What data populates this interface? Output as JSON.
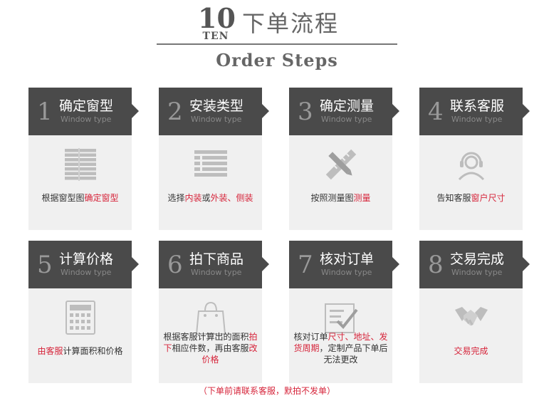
{
  "header": {
    "number": "10",
    "number_sub": "TEN",
    "title_cn": "下单流程",
    "title_en": "Order Steps"
  },
  "steps": [
    {
      "num": "1",
      "title": "确定窗型",
      "subtitle": "Window type",
      "icon": "blinds-icon",
      "desc": [
        {
          "t": "根据窗型图"
        },
        {
          "t": "确定窗型",
          "hl": true
        }
      ]
    },
    {
      "num": "2",
      "title": "安装类型",
      "subtitle": "Window type",
      "icon": "install-list-icon",
      "desc": [
        {
          "t": "选择"
        },
        {
          "t": "内装",
          "hl": true
        },
        {
          "t": "或"
        },
        {
          "t": "外装、侧装",
          "hl": true
        }
      ]
    },
    {
      "num": "3",
      "title": "确定测量",
      "subtitle": "Window type",
      "icon": "ruler-pencil-icon",
      "desc": [
        {
          "t": "按照测量图"
        },
        {
          "t": "测量",
          "hl": true
        }
      ]
    },
    {
      "num": "4",
      "title": "联系客服",
      "subtitle": "Window type",
      "icon": "customer-service-icon",
      "desc": [
        {
          "t": "告知客服"
        },
        {
          "t": "窗户尺寸",
          "hl": true
        }
      ]
    },
    {
      "num": "5",
      "title": "计算价格",
      "subtitle": "Window type",
      "icon": "calculator-icon",
      "desc": [
        {
          "t": "由客服",
          "hl": true
        },
        {
          "t": "计算面积和价格"
        }
      ]
    },
    {
      "num": "6",
      "title": "拍下商品",
      "subtitle": "Window type",
      "icon": "shopping-bag-icon",
      "desc": [
        {
          "t": "根据客服计算出的面积"
        },
        {
          "t": "拍下",
          "hl": true
        },
        {
          "t": "相应件数，再由客服"
        },
        {
          "t": "改价格",
          "hl": true
        }
      ]
    },
    {
      "num": "7",
      "title": "核对订单",
      "subtitle": "Window type",
      "icon": "order-check-icon",
      "desc": [
        {
          "t": "核对订单"
        },
        {
          "t": "尺寸、地址、发货周期",
          "hl": true
        },
        {
          "t": "，定制产品下单后无法更改"
        }
      ]
    },
    {
      "num": "8",
      "title": "交易完成",
      "subtitle": "Window type",
      "icon": "handshake-icon",
      "desc": [
        {
          "t": "交易完成",
          "hl": true
        }
      ]
    }
  ],
  "footer_note": "（下单前请联系客服，默拍不发单）",
  "colors": {
    "header_bg": "#4a4a4a",
    "body_bg": "#f0f0f0",
    "highlight": "#d6243a"
  }
}
